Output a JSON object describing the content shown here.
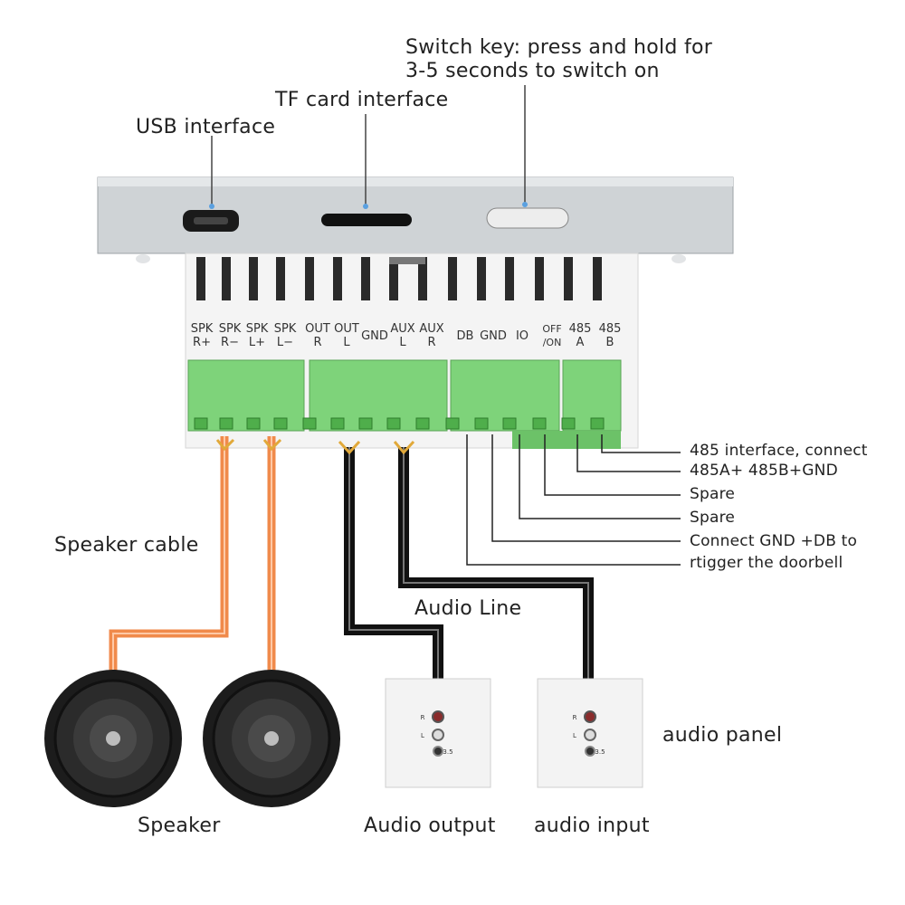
{
  "labels": {
    "switch_key_line1": "Switch key: press and hold for",
    "switch_key_line2": "3-5 seconds to switch on",
    "tf_card": "TF card interface",
    "usb": "USB interface",
    "speaker_cable": "Speaker cable",
    "audio_line": "Audio Line",
    "audio_panel": "audio panel",
    "speaker": "Speaker",
    "audio_output": "Audio output",
    "audio_input": "audio input"
  },
  "side_notes": [
    "485 interface, connect",
    "485A+ 485B+GND",
    "Spare",
    "Spare",
    "Connect  GND +DB to",
    "rtigger the doorbell"
  ],
  "terminals": [
    {
      "top": "SPK",
      "bottom": "R+"
    },
    {
      "top": "SPK",
      "bottom": "R−"
    },
    {
      "top": "SPK",
      "bottom": "L+"
    },
    {
      "top": "SPK",
      "bottom": "L−"
    },
    {
      "top": "OUT",
      "bottom": "R"
    },
    {
      "top": "OUT",
      "bottom": "L"
    },
    {
      "top": "GND",
      "bottom": ""
    },
    {
      "top": "AUX",
      "bottom": "L"
    },
    {
      "top": "AUX",
      "bottom": "R"
    },
    {
      "top": "DB",
      "bottom": ""
    },
    {
      "top": "GND",
      "bottom": ""
    },
    {
      "top": "IO",
      "bottom": ""
    },
    {
      "top": "OFF",
      "bottom": "/ON"
    },
    {
      "top": "485",
      "bottom": "A"
    },
    {
      "top": "485",
      "bottom": "B"
    }
  ],
  "panel_jack_labels": [
    "R",
    "L",
    "3.5"
  ],
  "colors": {
    "speaker_wire": "#f08a4b",
    "audio_wire": "#111111",
    "terminal_green": "#7ed37a",
    "housing": "#c9cdd0"
  }
}
